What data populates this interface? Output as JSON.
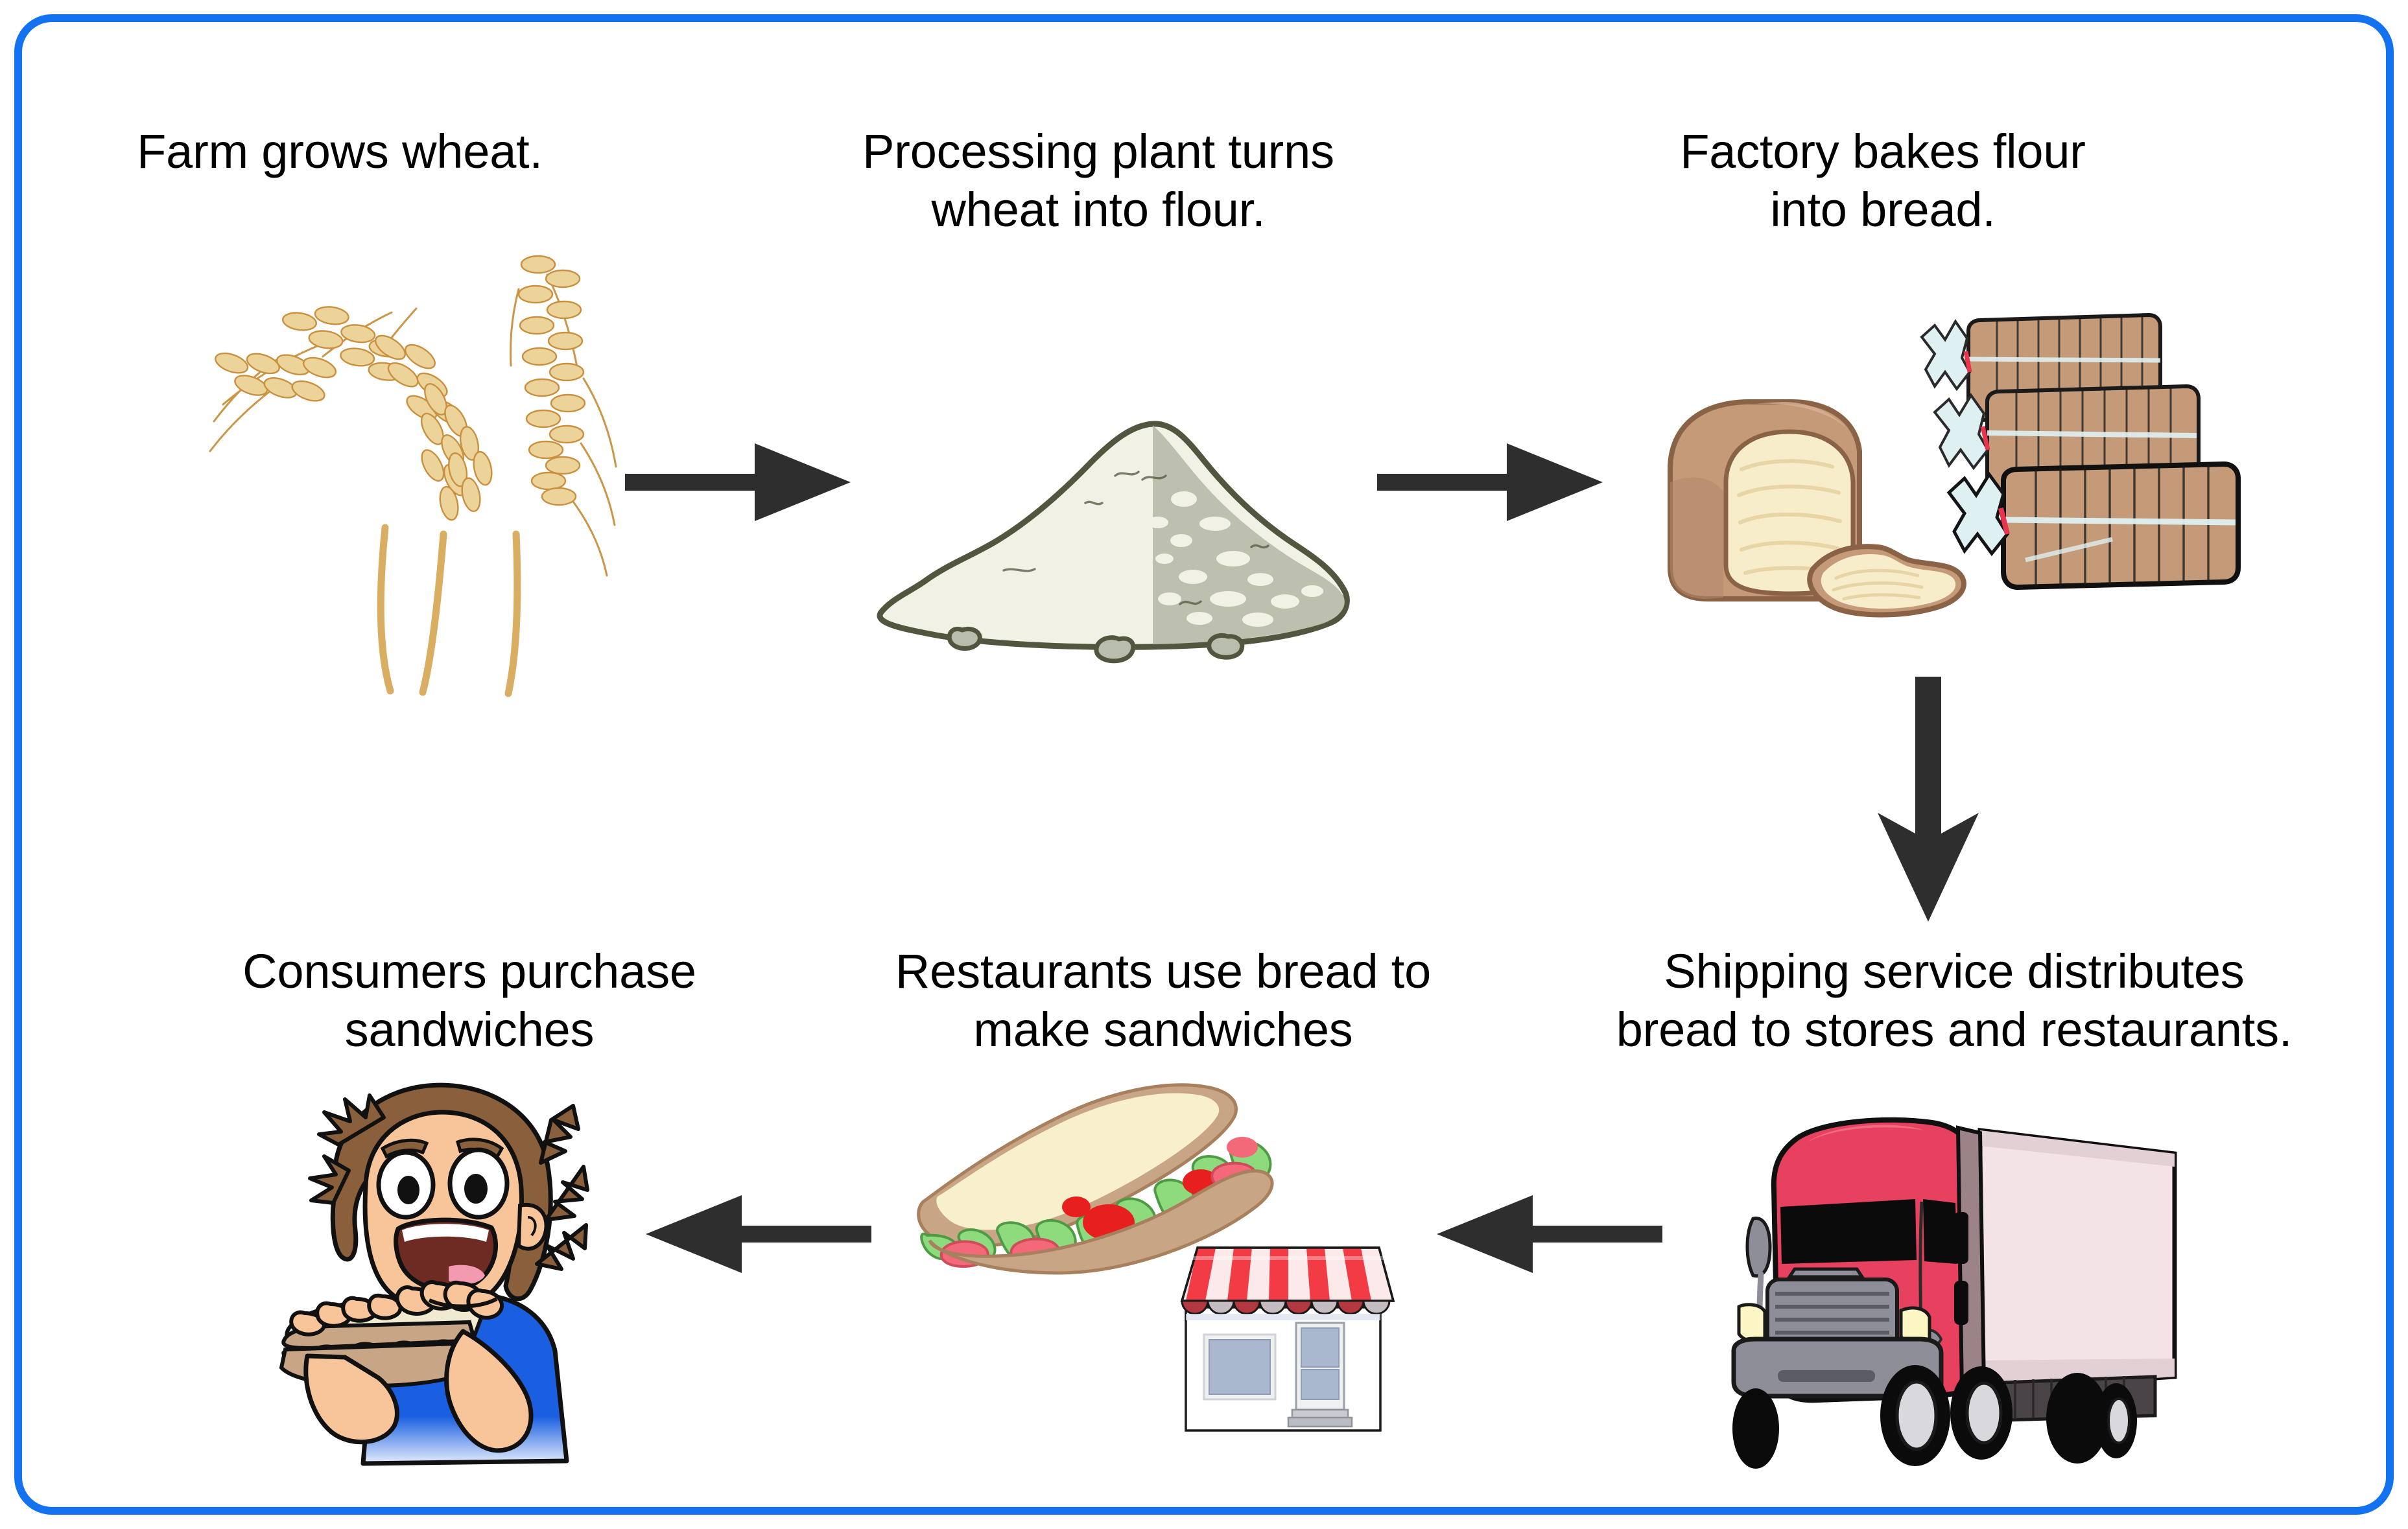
{
  "diagram": {
    "title": "Bread supply chain flow diagram",
    "border_color": "#1272ef",
    "background_color": "#ffffff",
    "arrow_color": "#2e2e2e",
    "steps": [
      {
        "id": "farm",
        "order": 1,
        "label": "Farm grows wheat.",
        "illustration": "wheat-stalks-illustration",
        "row": 1,
        "column": 1
      },
      {
        "id": "processing-plant",
        "order": 2,
        "label": "Processing plant turns\nwheat into flour.",
        "illustration": "flour-pile-illustration",
        "row": 1,
        "column": 2
      },
      {
        "id": "factory",
        "order": 3,
        "label": "Factory bakes flour\ninto bread.",
        "illustration": "bread-loaves-illustration",
        "row": 1,
        "column": 3
      },
      {
        "id": "shipping",
        "order": 4,
        "label": "Shipping service distributes\nbread to stores and restaurants.",
        "illustration": "delivery-truck-illustration",
        "row": 2,
        "column": 3
      },
      {
        "id": "restaurants",
        "order": 5,
        "label": "Restaurants use bread to\nmake sandwiches",
        "illustration": "sandwich-and-storefront-illustration",
        "row": 2,
        "column": 2
      },
      {
        "id": "consumers",
        "order": 6,
        "label": "Consumers purchase\nsandwiches",
        "illustration": "person-eating-sandwich-illustration",
        "row": 2,
        "column": 1
      }
    ],
    "connectors": [
      {
        "id": "farm-to-plant",
        "direction": "right",
        "from": "farm",
        "to": "processing-plant"
      },
      {
        "id": "plant-to-factory",
        "direction": "right",
        "from": "processing-plant",
        "to": "factory"
      },
      {
        "id": "factory-to-shipping",
        "direction": "down",
        "from": "factory",
        "to": "shipping"
      },
      {
        "id": "shipping-to-restaurants",
        "direction": "left",
        "from": "shipping",
        "to": "restaurants"
      },
      {
        "id": "restaurants-to-consumers",
        "direction": "left",
        "from": "restaurants",
        "to": "consumers"
      }
    ],
    "palette": {
      "wheat_light": "#ecd39a",
      "wheat_mid": "#e0b569",
      "wheat_dark": "#c9913f",
      "wheat_stem": "#d9ad62",
      "flour_light": "#f2f1e6",
      "flour_shade": "#b9bdab",
      "flour_outline": "#53563f",
      "bread_crust": "#c49a78",
      "bread_crumb": "#f8edcb",
      "bag_tint": "#dff0f2",
      "bag_tie": "#e8344c",
      "truck_cab": "#e8405f",
      "truck_cab_dark": "#cf2f4c",
      "truck_trailer": "#f3e3e6",
      "truck_gray": "#8e8e98",
      "awning_red": "#f23b45",
      "awning_white": "#fce9ea",
      "awning_red_dark": "#b3383f",
      "awning_white_dark": "#c4bcc0",
      "window_blue": "#aab8cf",
      "lettuce": "#8ddb7c",
      "tomato": "#e81f1f",
      "ham": "#f3697a",
      "skin": "#f8c49a",
      "hair": "#8a5f3c",
      "shirt": "#1a5fe0"
    }
  }
}
